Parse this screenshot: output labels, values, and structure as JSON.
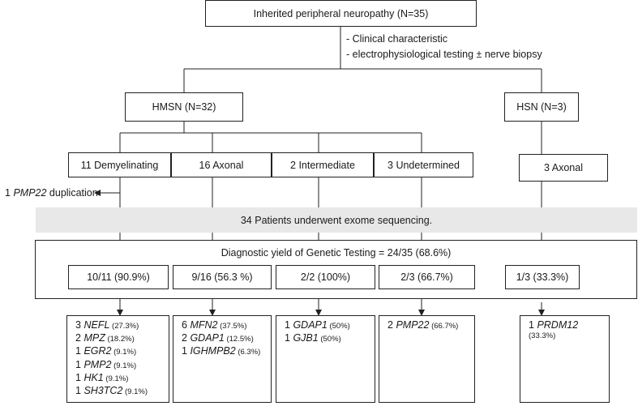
{
  "root": {
    "label": "Inherited peripheral neuropathy (N=35)"
  },
  "methods": [
    "- Clinical characteristic",
    "- electrophysiological testing ± nerve biopsy"
  ],
  "groups": {
    "hmsn": "HMSN (N=32)",
    "hsn": "HSN (N=3)"
  },
  "subtypes": [
    "11 Demyelinating",
    "16 Axonal",
    "2 Intermediate",
    "3 Undetermined",
    "3 Axonal"
  ],
  "side_note": {
    "count": "1",
    "gene": "PMP22",
    "suffix": "duplication"
  },
  "exome": "34 Patients underwent exome sequencing.",
  "yield_title": "Diagnostic yield of Genetic Testing = 24/35 (68.6%)",
  "yields": [
    "10/11 (90.9%)",
    "9/16 (56.3 %)",
    "2/2 (100%)",
    "2/3 (66.7%)",
    "1/3 (33.3%)"
  ],
  "results": [
    [
      {
        "count": "3",
        "gene": "NEFL",
        "pct": "(27.3%)"
      },
      {
        "count": "2",
        "gene": "MPZ",
        "pct": "(18.2%)"
      },
      {
        "count": "1",
        "gene": "EGR2",
        "pct": "(9.1%)"
      },
      {
        "count": "1",
        "gene": "PMP2",
        "pct": "(9.1%)"
      },
      {
        "count": "1",
        "gene": "HK1",
        "pct": "(9.1%)"
      },
      {
        "count": "1",
        "gene": "SH3TC2",
        "pct": "(9.1%)"
      }
    ],
    [
      {
        "count": "6",
        "gene": "MFN2",
        "pct": "(37.5%)"
      },
      {
        "count": "2",
        "gene": "GDAP1",
        "pct": "(12.5%)"
      },
      {
        "count": "1",
        "gene": "IGHMPB2",
        "pct": "(6.3%)"
      }
    ],
    [
      {
        "count": "1",
        "gene": "GDAP1",
        "pct": "(50%)"
      },
      {
        "count": "1",
        "gene": "GJB1",
        "pct": "(50%)"
      }
    ],
    [
      {
        "count": "2",
        "gene": "PMP22",
        "pct": "(66.7%)"
      }
    ],
    [
      {
        "count": "1",
        "gene": "PRDM12",
        "pct": "(33.3%)",
        "break": true
      }
    ]
  ]
}
